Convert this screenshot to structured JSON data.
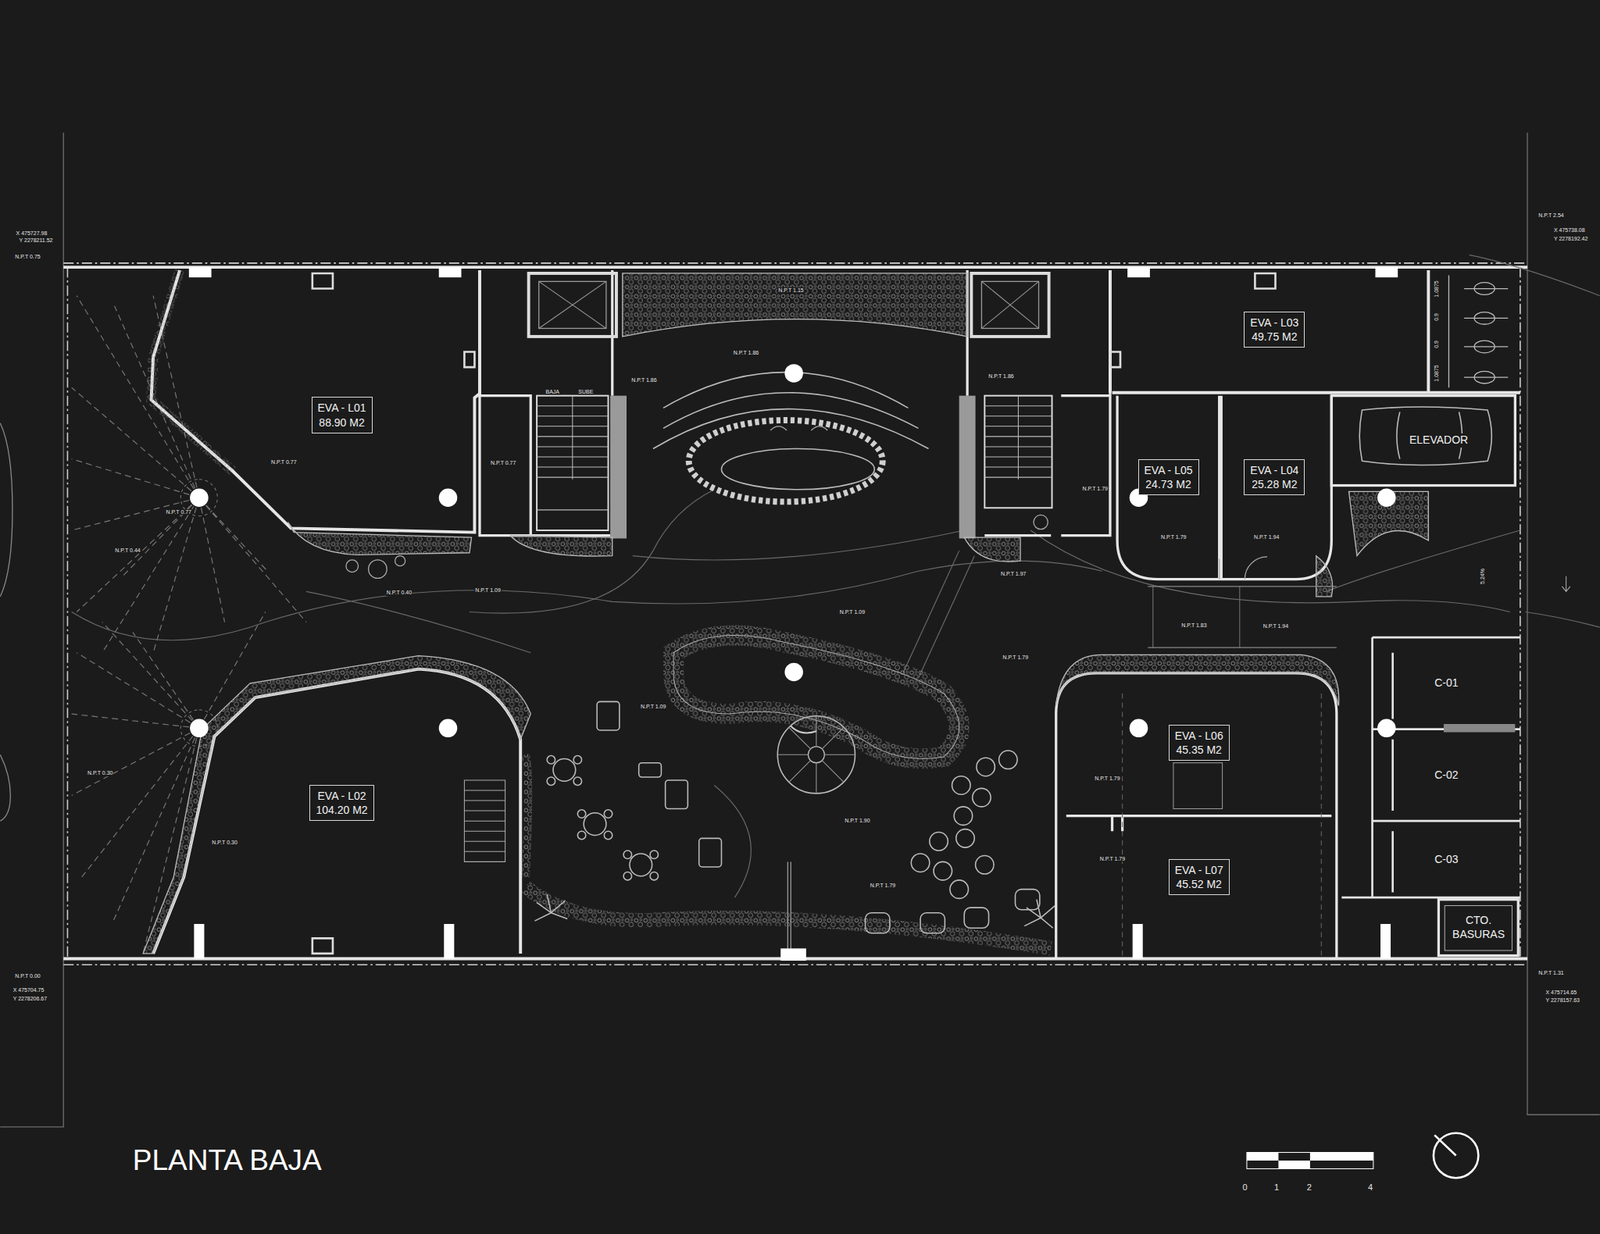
{
  "diagram": {
    "title": "PLANTA BAJA",
    "nodes": [
      {
        "text": [
          "EVA - L01",
          "88.90 M2"
        ]
      },
      {
        "text": [
          "EVA - L02",
          "104.20 M2"
        ]
      },
      {
        "text": [
          "EVA - L03",
          "49.75 M2"
        ]
      },
      {
        "text": [
          "EVA - L04",
          "25.28 M2"
        ]
      },
      {
        "text": [
          "EVA - L05",
          "24.73 M2"
        ]
      },
      {
        "text": [
          "EVA - L06",
          "45.35 M2"
        ]
      },
      {
        "text": [
          "EVA - L07",
          "45.52 M2"
        ]
      },
      {
        "text": [
          "ELEVADOR"
        ]
      },
      {
        "text": [
          "C-01"
        ]
      },
      {
        "text": [
          "C-02"
        ]
      },
      {
        "text": [
          "C-03"
        ]
      },
      {
        "text": [
          "CTO. BASURAS"
        ]
      }
    ],
    "labels": [
      "X 475727.98",
      "Y 2278211.52",
      "N.P.T 0.75",
      "N.P.T 2.54",
      "X 475738.08",
      "Y 2278192.42",
      "N.P.T 0.00",
      "X 475704.75",
      "Y 2278206.67",
      "N.P.T 1.31",
      "X 475714.65",
      "Y 2278157.63",
      "BAJA",
      "SUBE",
      "N.P.T 1.15",
      "N.P.T 1.86",
      "N.P.T 1.86",
      "N.P.T 1.86",
      "N.P.T 0.77",
      "N.P.T 0.77",
      "N.P.T 1.79",
      "N.P.T 0.77",
      "N.P.T 0.44",
      "N.P.T 0.40",
      "N.P.T 1.09",
      "N.P.T 1.79",
      "N.P.T 1.94",
      "N.P.T 1.97",
      "N.P.T 1.09",
      "N.P.T 1.83",
      "N.P.T 1.94",
      "N.P.T 1.79",
      "N.P.T 1.09",
      "N.P.T 0.30",
      "N.P.T 1.79",
      "N.P.T 0.30",
      "N.P.T 1.90",
      "N.P.T 1.79",
      "N.P.T 1.79",
      "1.0875",
      "0.9",
      "0.9",
      "1.0875",
      "5.24%",
      "0",
      "1",
      "2",
      "4"
    ]
  }
}
